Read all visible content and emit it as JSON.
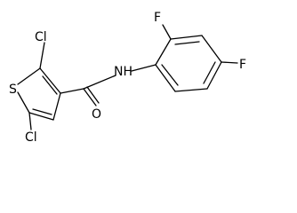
{
  "molecule": {
    "atoms": {
      "s1": "S",
      "cl2": "Cl",
      "cl5": "Cl",
      "o": "O",
      "nh": "NH",
      "f2": "F",
      "f4": "F"
    },
    "colors": {
      "ink": "#000000",
      "background": "#ffffff"
    }
  }
}
